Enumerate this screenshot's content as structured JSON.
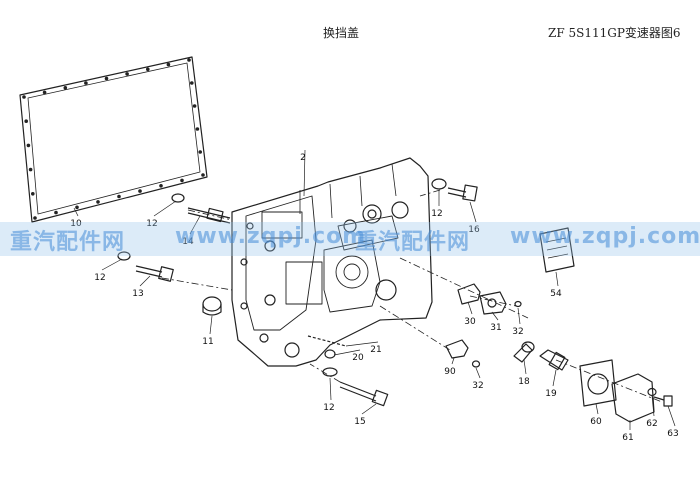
{
  "header": {
    "title_left": "换挡盖",
    "title_right": "ZF 5S111GP变速器图6"
  },
  "watermark": {
    "text_cn": "重汽配件网",
    "text_url": "www.zqpj.com",
    "color": "#4a90d9"
  },
  "diagram": {
    "labels": [
      "2",
      "10",
      "12",
      "14",
      "12",
      "13",
      "11",
      "20",
      "21",
      "12",
      "15",
      "12",
      "16",
      "30",
      "31",
      "32",
      "90",
      "32",
      "18",
      "19",
      "54",
      "60",
      "61",
      "62",
      "63"
    ]
  }
}
